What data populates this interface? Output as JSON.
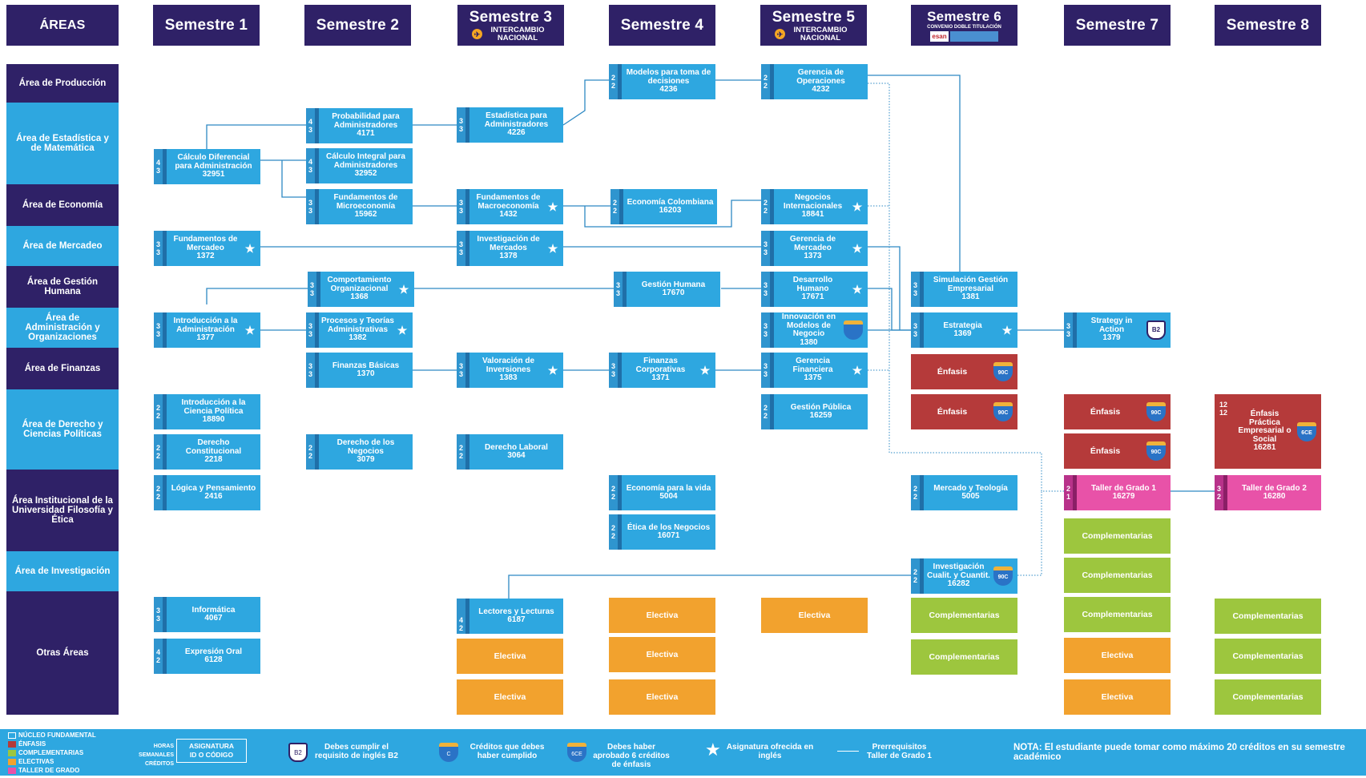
{
  "headers": {
    "areas": "ÁREAS",
    "s1": "Semestre 1",
    "s2": "Semestre 2",
    "s3": "Semestre 3",
    "s3_sub": "INTERCAMBIO NACIONAL",
    "s4": "Semestre 4",
    "s5": "Semestre 5",
    "s5_sub": "INTERCAMBIO NACIONAL",
    "s6": "Semestre 6",
    "s6_sub": "CONVENIO DOBLE TITULACIÓN",
    "s6_logo": "esan",
    "s7": "Semestre 7",
    "s8": "Semestre 8"
  },
  "areas": [
    "Área de Producción",
    "Área de Estadística y de Matemática",
    "Área de Economía",
    "Área de Mercadeo",
    "Área de Gestión Humana",
    "Área de Administración y Organizaciones",
    "Área de Finanzas",
    "Área de Derecho y Ciencias Políticas",
    "Área Institucional de la Universidad Filosofía y Ética",
    "Área de Investigación",
    "Otras Áreas"
  ],
  "courses": {
    "modelos": {
      "h": "2",
      "c": "2",
      "name": "Modelos para toma de decisiones",
      "code": "4236"
    },
    "gerOp": {
      "h": "2",
      "c": "2",
      "name": "Gerencia de Operaciones",
      "code": "4232"
    },
    "prob": {
      "h": "4",
      "c": "3",
      "name": "Probabilidad para Administradores",
      "code": "4171"
    },
    "estad": {
      "h": "3",
      "c": "3",
      "name": "Estadística para Administradores",
      "code": "4226"
    },
    "calcDif": {
      "h": "4",
      "c": "3",
      "name": "Cálculo Diferencial para Administración",
      "code": "32951"
    },
    "calcInt": {
      "h": "4",
      "c": "3",
      "name": "Cálculo Integral para Administradores",
      "code": "32952"
    },
    "fundMicro": {
      "h": "3",
      "c": "3",
      "name": "Fundamentos de Microeconomía",
      "code": "15962"
    },
    "fundMacro": {
      "h": "3",
      "c": "3",
      "name": "Fundamentos de Macroeconomía",
      "code": "1432"
    },
    "econCol": {
      "h": "2",
      "c": "2",
      "name": "Economía Colombiana",
      "code": "16203"
    },
    "negInt": {
      "h": "2",
      "c": "2",
      "name": "Negocios Internacionales",
      "code": "18841"
    },
    "fundMerc": {
      "h": "3",
      "c": "3",
      "name": "Fundamentos de Mercadeo",
      "code": "1372"
    },
    "invMerc": {
      "h": "3",
      "c": "3",
      "name": "Investigación de Mercados",
      "code": "1378"
    },
    "gerMerc": {
      "h": "3",
      "c": "3",
      "name": "Gerencia de Mercadeo",
      "code": "1373"
    },
    "compOrg": {
      "h": "3",
      "c": "3",
      "name": "Comportamiento Organizacional",
      "code": "1368"
    },
    "gestHum": {
      "h": "3",
      "c": "3",
      "name": "Gestión Humana",
      "code": "17670"
    },
    "desHum": {
      "h": "3",
      "c": "3",
      "name": "Desarrollo Humano",
      "code": "17671"
    },
    "simGest": {
      "h": "3",
      "c": "3",
      "name": "Simulación Gestión Empresarial",
      "code": "1381"
    },
    "introAdm": {
      "h": "3",
      "c": "3",
      "name": "Introducción a la Administración",
      "code": "1377"
    },
    "procTeo": {
      "h": "3",
      "c": "3",
      "name": "Procesos y Teorías Administrativas",
      "code": "1382"
    },
    "innov": {
      "h": "3",
      "c": "3",
      "name": "Innovación en Modelos de Negocio",
      "code": "1380"
    },
    "estrat": {
      "h": "3",
      "c": "3",
      "name": "Estrategia",
      "code": "1369"
    },
    "strat": {
      "h": "3",
      "c": "3",
      "name": "Strategy in Action",
      "code": "1379"
    },
    "finBas": {
      "h": "3",
      "c": "3",
      "name": "Finanzas Básicas",
      "code": "1370"
    },
    "valInv": {
      "h": "3",
      "c": "3",
      "name": "Valoración de Inversiones",
      "code": "1383"
    },
    "finCorp": {
      "h": "3",
      "c": "3",
      "name": "Finanzas Corporativas",
      "code": "1371"
    },
    "gerFin": {
      "h": "3",
      "c": "3",
      "name": "Gerencia Financiera",
      "code": "1375"
    },
    "introCP": {
      "h": "2",
      "c": "2",
      "name": "Introducción a la Ciencia Política",
      "code": "18890"
    },
    "gestPub": {
      "h": "2",
      "c": "2",
      "name": "Gestión Pública",
      "code": "16259"
    },
    "derCons": {
      "h": "2",
      "c": "2",
      "name": "Derecho Constitucional",
      "code": "2218"
    },
    "derNeg": {
      "h": "2",
      "c": "2",
      "name": "Derecho de los Negocios",
      "code": "3079"
    },
    "derLab": {
      "h": "2",
      "c": "2",
      "name": "Derecho Laboral",
      "code": "3064"
    },
    "logica": {
      "h": "2",
      "c": "2",
      "name": "Lógica y Pensamiento",
      "code": "2416"
    },
    "econVida": {
      "h": "2",
      "c": "2",
      "name": "Economía para la vida",
      "code": "5004"
    },
    "etica": {
      "h": "2",
      "c": "2",
      "name": "Ética de los Negocios",
      "code": "16071"
    },
    "mercTeo": {
      "h": "2",
      "c": "2",
      "name": "Mercado y Teología",
      "code": "5005"
    },
    "invCual": {
      "h": "2",
      "c": "2",
      "name": "Investigación Cualit. y Cuantit.",
      "code": "16282"
    },
    "informatica": {
      "h": "3",
      "c": "3",
      "name": "Informática",
      "code": "4067"
    },
    "expresion": {
      "h": "4",
      "c": "2",
      "name": "Expresión Oral",
      "code": "6128"
    },
    "lectores": {
      "h": "4",
      "c": "2",
      "name": "Lectores y Lecturas",
      "code": "6187"
    },
    "taller1": {
      "h": "2",
      "c": "1",
      "name": "Taller de Grado 1",
      "code": "16279"
    },
    "taller2": {
      "h": "3",
      "c": "2",
      "name": "Taller de Grado 2",
      "code": "16280"
    },
    "enfPract": {
      "h": "12",
      "c": "12",
      "name": "Énfasis Práctica Empresarial o Social",
      "code": "16281"
    }
  },
  "labels": {
    "enfasis": "Énfasis",
    "electiva": "Electiva",
    "complementarias": "Complementarias",
    "badge_90c": "90C",
    "badge_6ce": "6CE",
    "badge_b2": "B2"
  },
  "legend": {
    "kinds": [
      "NÚCLEO FUNDAMENTAL",
      "ÉNFASIS",
      "COMPLEMENTARIAS",
      "ELECTIVAS",
      "TALLER DE GRADO"
    ],
    "kind_colors": [
      "#2ea7e0",
      "#b53a3a",
      "#9dc63e",
      "#f2a22e",
      "#e852a8"
    ],
    "horas": "HORAS SEMANALES",
    "creditos": "CRÉDITOS",
    "asignatura": "ASIGNATURA",
    "id": "ID O CÓDIGO",
    "b2": "Debes cumplir el requisito de inglés B2",
    "c": "Créditos que debes haber cumplido",
    "sixce": "Debes haber aprobado 6 créditos de énfasis",
    "star": "Asignatura ofrecida en inglés",
    "prereq": "Prerrequisitos Taller de Grado 1",
    "note": "NOTA: El estudiante puede tomar como máximo 20 créditos en su semestre académico"
  }
}
